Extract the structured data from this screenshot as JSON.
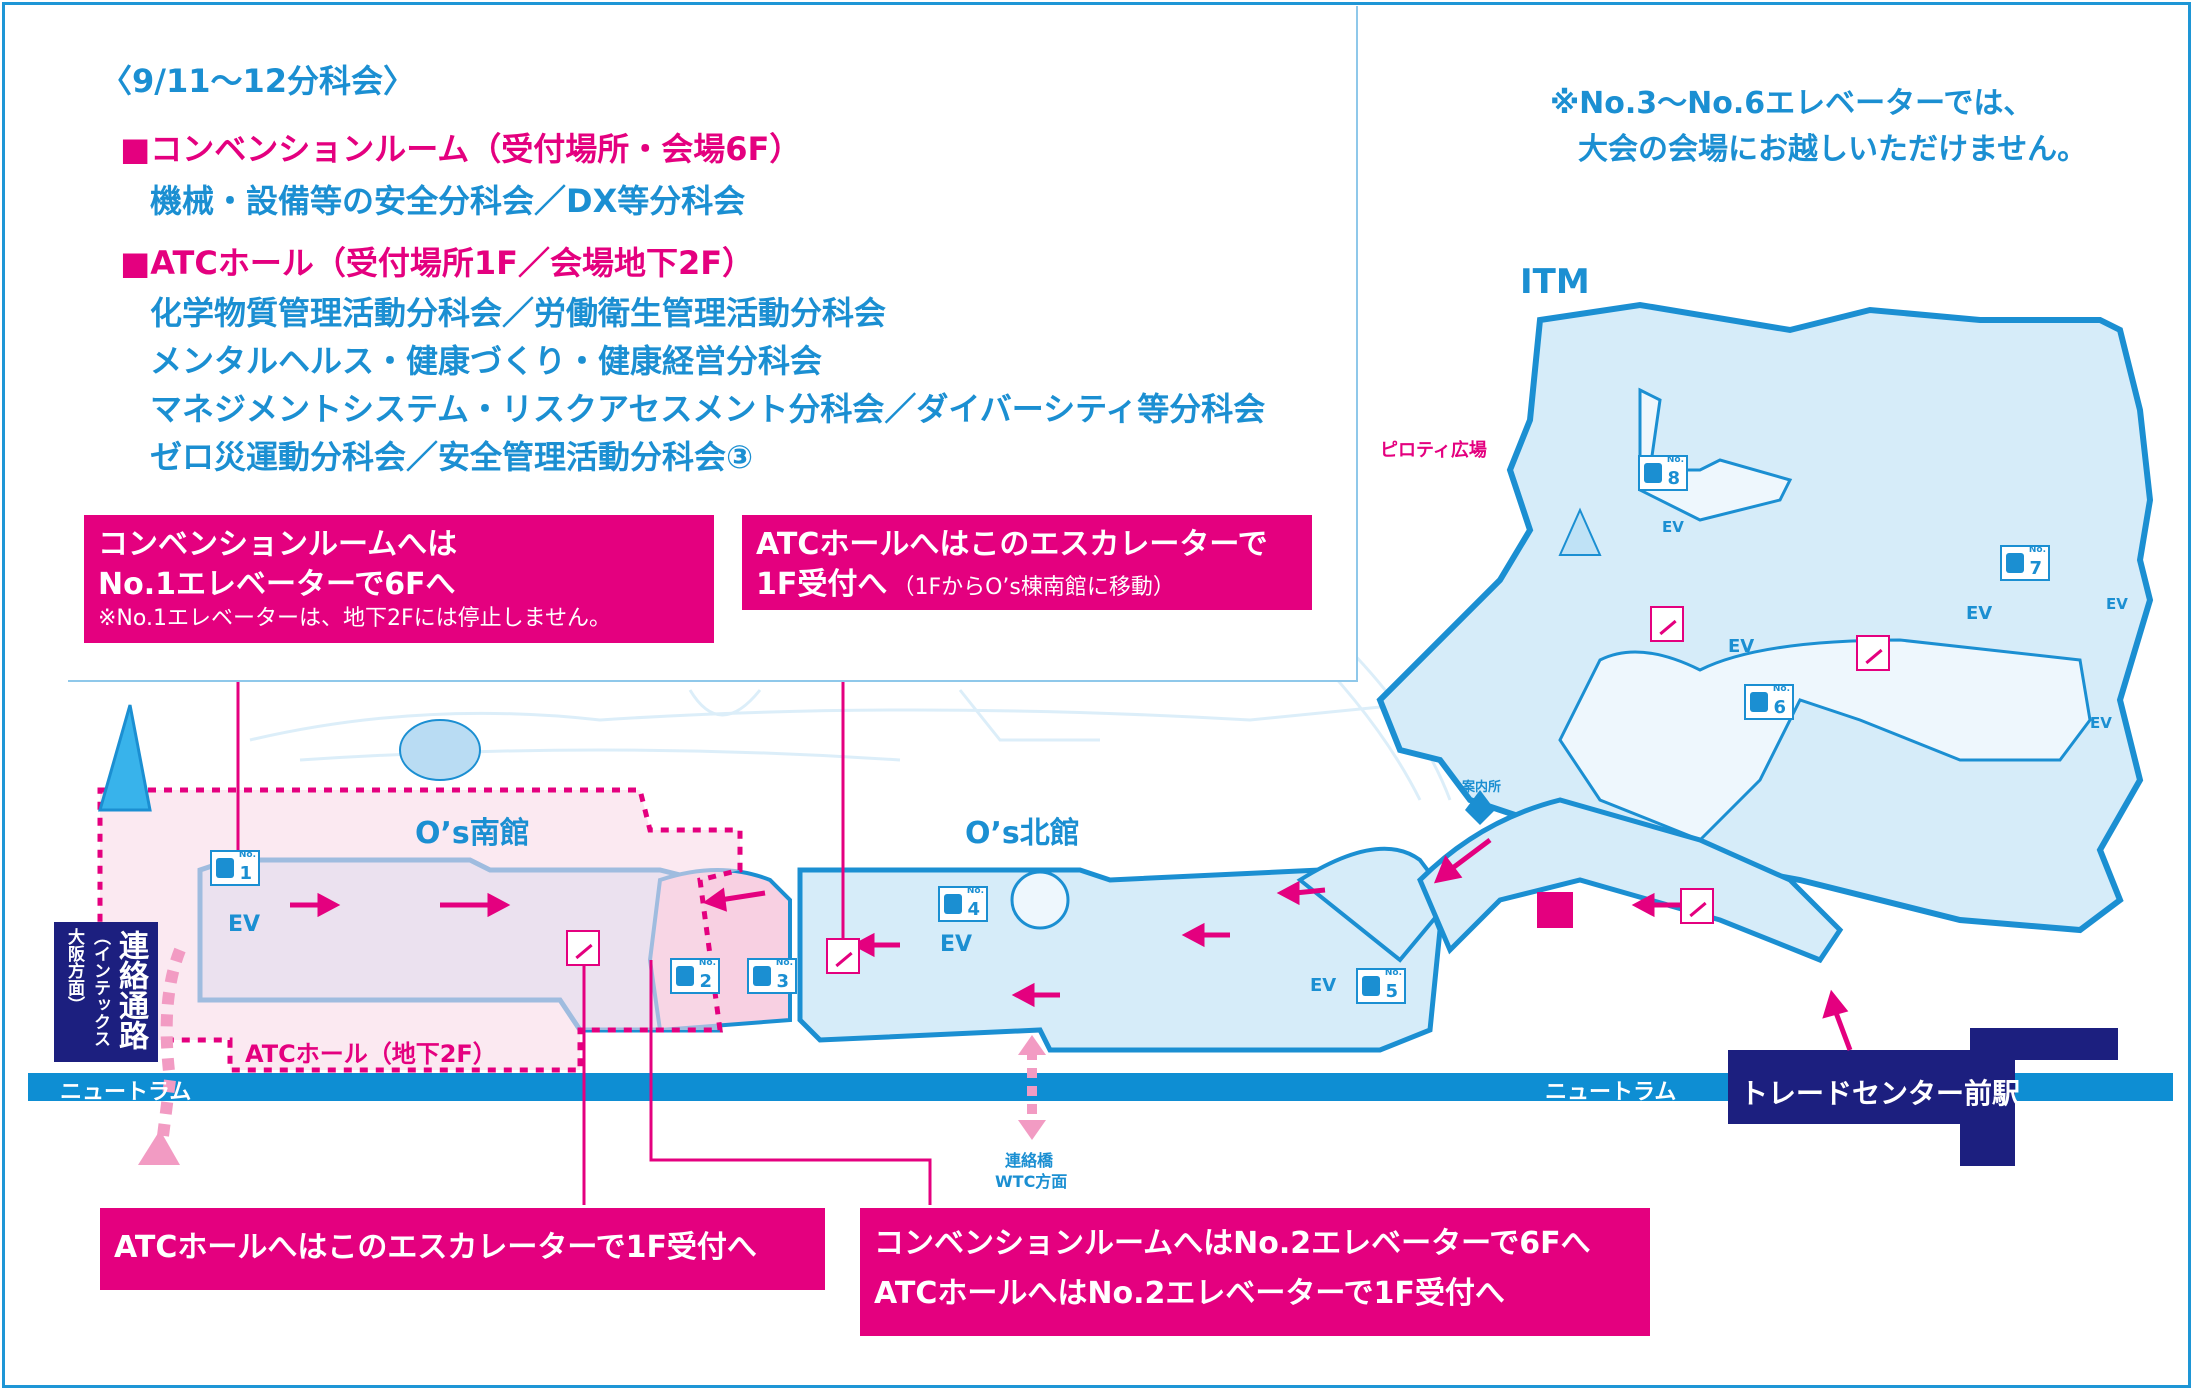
{
  "colors": {
    "accent": "#1b8fd2",
    "highlight": "#e4007f",
    "station": "#1c1f7f",
    "floor": "#d6ecf9",
    "walkway": "#f8d0e2"
  },
  "info": {
    "title": "〈9/11〜12分科会〉",
    "convention_heading": "■コンベンションルーム（受付場所・会場6F）",
    "convention_items": "機械・設備等の安全分科会／DX等分科会",
    "atc_heading": "■ATCホール（受付場所1F／会場地下2F）",
    "atc_items": [
      "化学物質管理活動分科会／労働衛生管理活動分科会",
      "メンタルヘルス・健康づくり・健康経営分科会",
      "マネジメントシステム・リスクアセスメント分科会／ダイバーシティ等分科会",
      "ゼロ災運動分科会／安全管理活動分科会③"
    ]
  },
  "notice": {
    "line1": "※No.3〜No.6エレベーターでは、",
    "line2": "大会の会場にお越しいただけません。"
  },
  "labels": {
    "itm": "ITM",
    "piloti": "ピロティ広場",
    "os_south": "O’s南館",
    "os_north": "O’s北館",
    "atc_hall_b2": "ATCホール（地下2F）",
    "newtram_left": "ニュートラム",
    "newtram_right": "ニュートラム",
    "station": "トレードセンター前駅",
    "bridge_line1": "連絡橋",
    "bridge_line2": "WTC方面",
    "info_desk": "案内所",
    "corridor_main": "連絡通路",
    "corridor_sub1": "（インテックス",
    "corridor_sub2": "大阪方面）"
  },
  "elevators": [
    {
      "no": "1"
    },
    {
      "no": "2"
    },
    {
      "no": "3"
    },
    {
      "no": "4"
    },
    {
      "no": "5"
    },
    {
      "no": "6"
    },
    {
      "no": "7"
    },
    {
      "no": "8"
    }
  ],
  "elevator_prefix": "No.",
  "ev_label": "EV",
  "callouts": {
    "c1_line1": "コンベンションルームへは",
    "c1_line2": "No.1エレベーターで6Fへ",
    "c1_line3": "※No.1エレベーターは、地下2Fには停止しません。",
    "c2_line1": "ATCホールへはこのエスカレーターで",
    "c2_line2": "1F受付へ",
    "c2_line2_small": "（1FからO’s棟南館に移動）",
    "c3_line1": "ATCホールへはこのエスカレーターで1F受付へ",
    "c4_line1": "コンベンションルームへはNo.2エレベーターで6Fへ",
    "c4_line2": "ATCホールへはNo.2エレベーターで1F受付へ"
  }
}
